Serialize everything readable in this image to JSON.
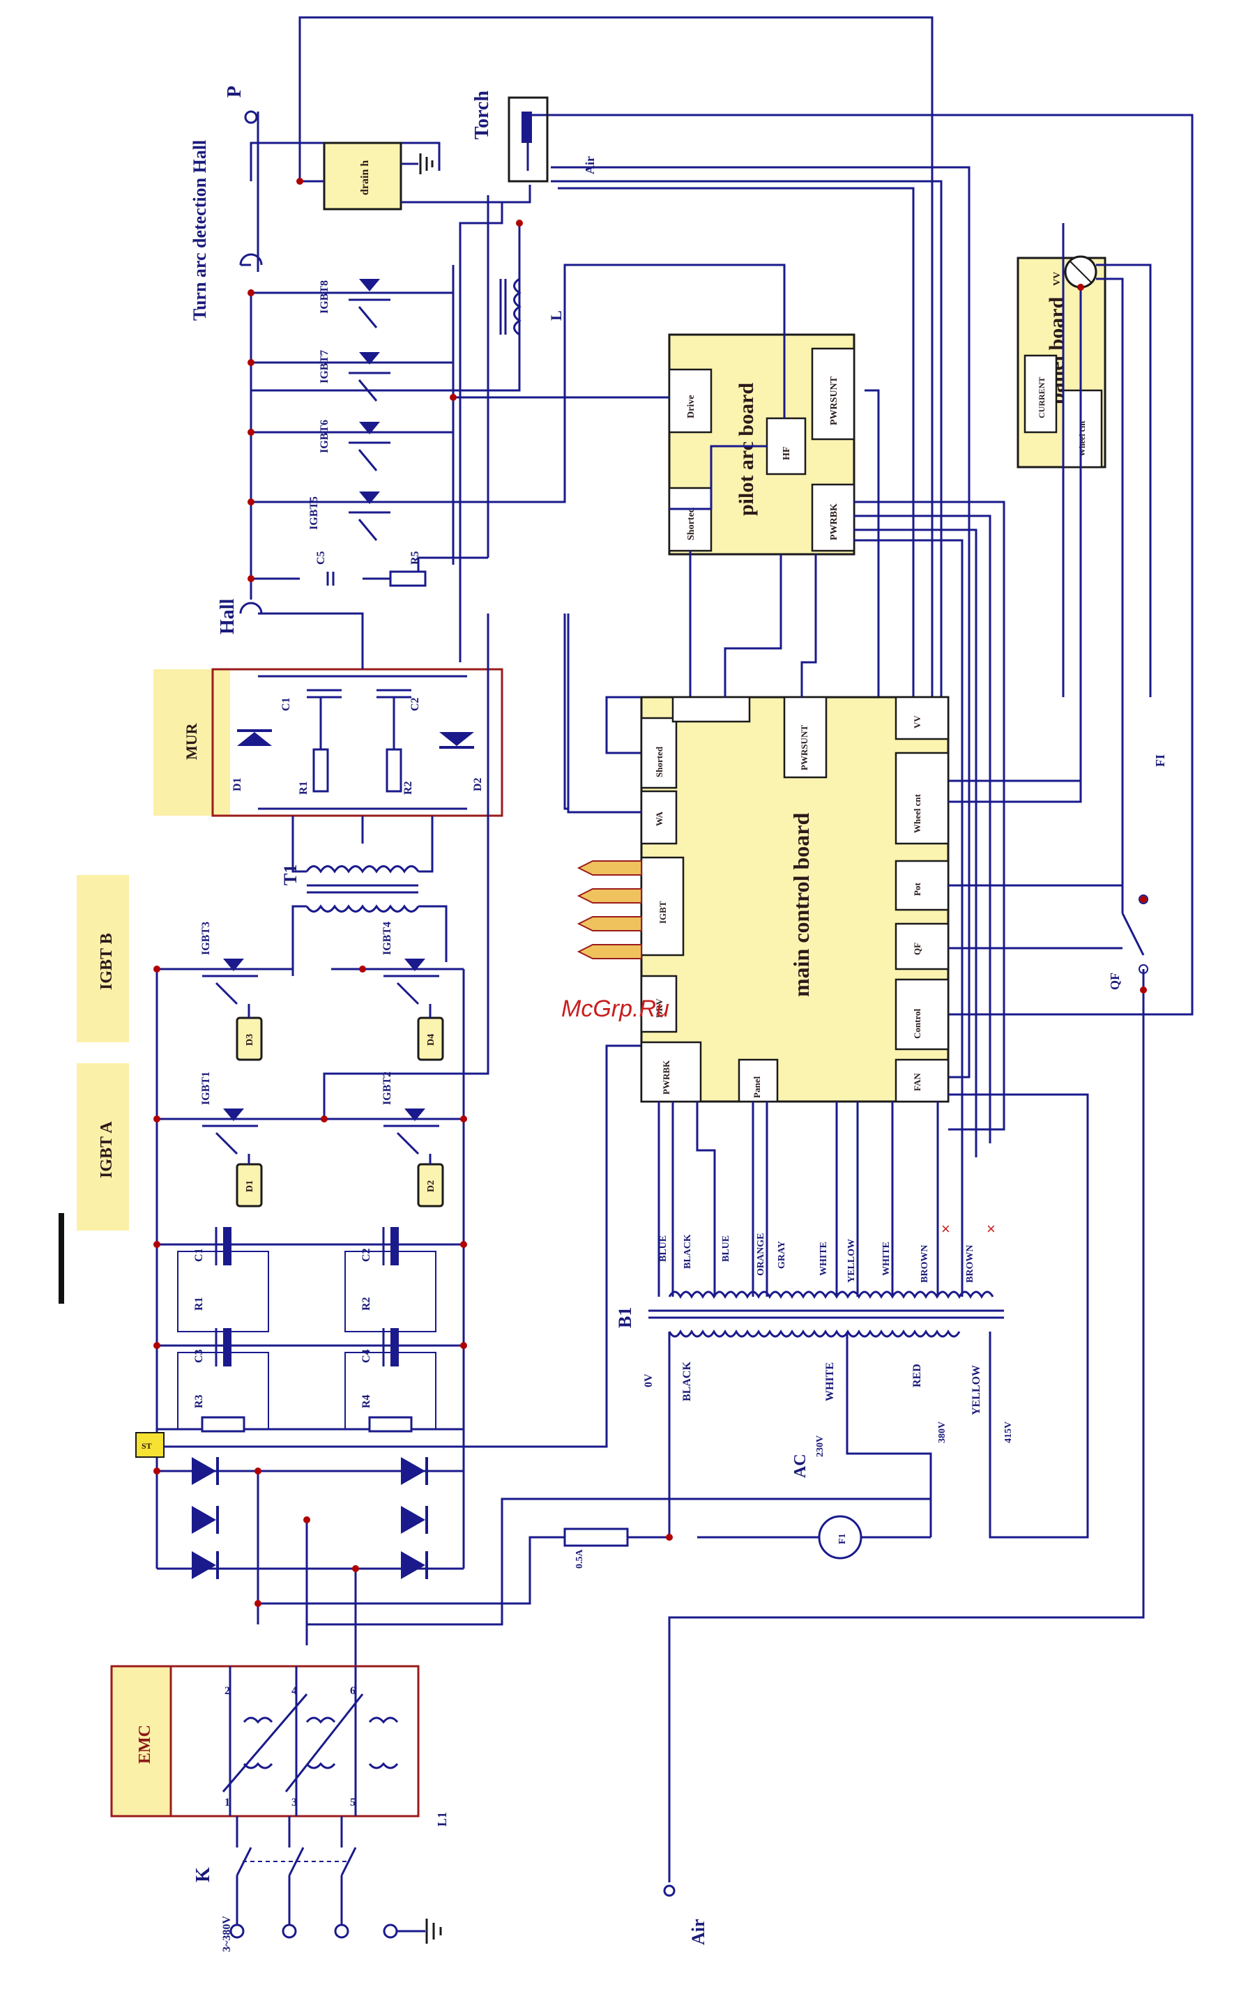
{
  "watermark": "McGrp.Ru",
  "labels": {
    "p": "P",
    "turn_arc_hall": "Turn arc detection Hall",
    "torch": "Torch",
    "air_torch": "Air",
    "air_bottom": "Air",
    "hall": "Hall",
    "k": "K",
    "l1": "L1",
    "input_v": "3~380V",
    "emc": "EMC",
    "mur": "MUR",
    "igbt_a": "IGBT A",
    "igbt_b": "IGBT B",
    "t1": "T1",
    "b1": "B1",
    "l": "L",
    "ac": "AC",
    "qf": "QF",
    "fi": "FI",
    "fan": "F1",
    "fuse": "0.5A",
    "st": "ST",
    "drain": "drain h",
    "zero_v": "0V",
    "v230": "230V",
    "v380": "380V",
    "v415": "415V",
    "vv": "VV",
    "wa": "WA"
  },
  "boards": {
    "main": "main control board",
    "pilot": "pilot arc board",
    "panel": "panel board"
  },
  "main_ports": {
    "shorted": "Shorted",
    "wa": "WA",
    "pwrsunt": "PWRSUNT",
    "vv": "VV",
    "wheel_cnt": "Wheel cnt",
    "pot": "Pot",
    "qf": "QF",
    "control": "Control",
    "fan": "FAN",
    "igbt": "IGBT",
    "drv": "DRV",
    "pwr": "PWRBK",
    "panel": "Panel"
  },
  "pilot_ports": {
    "drive": "Drive",
    "shorted": "Shorted",
    "pwrsunt": "PWRSUNT",
    "pwr": "PWRBK",
    "hf": "HF"
  },
  "panel_ports": {
    "curr": "CURRENT",
    "wheel": "Wheel cnt"
  },
  "secondary_taps": [
    "BLUE",
    "BLACK",
    "BLUE",
    "ORANGE",
    "GRAY",
    "WHITE",
    "YELLOW",
    "WHITE",
    "BROWN",
    "BROWN"
  ],
  "primary_taps": [
    "BLACK",
    "WHITE",
    "RED",
    "YELLOW"
  ],
  "components": {
    "igbt": [
      "IGBT1",
      "IGBT2",
      "IGBT3",
      "IGBT4",
      "IGBT5",
      "IGBT6",
      "IGBT7",
      "IGBT8"
    ],
    "drivers": [
      "D1",
      "D2",
      "D3",
      "D4"
    ],
    "mur_parts": [
      "D1",
      "C1",
      "R1",
      "R2",
      "C2",
      "D2"
    ],
    "caps": [
      "C1",
      "C2",
      "C3",
      "C4",
      "R1",
      "R2",
      "R3",
      "R4"
    ],
    "snubber": [
      "C5",
      "R5"
    ],
    "emc_terms": [
      "1",
      "2",
      "3",
      "4",
      "5",
      "6"
    ]
  }
}
